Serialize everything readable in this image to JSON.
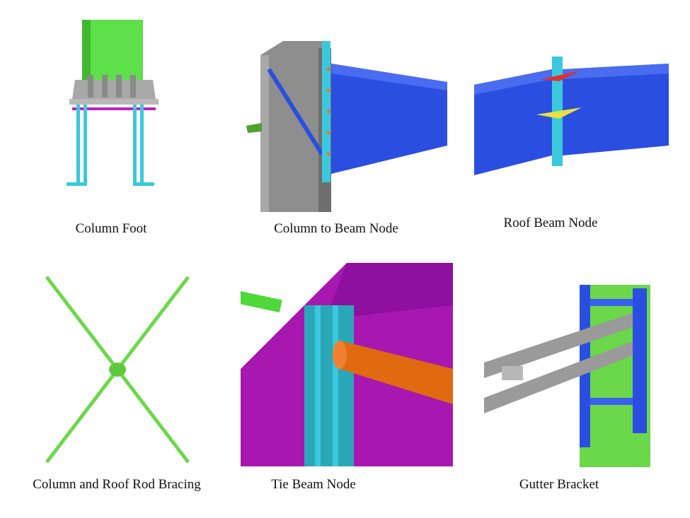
{
  "figure": {
    "panels": [
      {
        "caption": "Column Foot"
      },
      {
        "caption": "Column to Beam Node"
      },
      {
        "caption": "Roof Beam Node"
      },
      {
        "caption": "Column and Roof Rod Bracing"
      },
      {
        "caption": "Tie Beam Node"
      },
      {
        "caption": "Gutter Bracket"
      }
    ]
  },
  "colors": {
    "steel_green": "#5ee04a",
    "steel_blue": "#2a4fe0",
    "steel_gray": "#8a8a8a",
    "cyan": "#3cc8dc",
    "magenta": "#a018b0",
    "orange": "#e06a10"
  }
}
